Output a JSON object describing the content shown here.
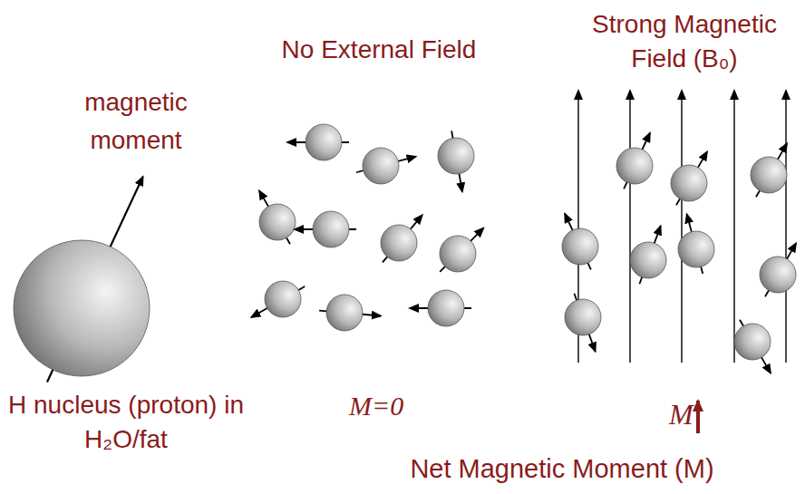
{
  "diagram": {
    "labels": [
      "magnetic moment",
      "H nucleus (proton) in H₂O/fat",
      "No External Field",
      "Strong Magnetic Field (B₀)",
      "M=0",
      "M",
      "Net Magnetic Moment (M)"
    ]
  }
}
